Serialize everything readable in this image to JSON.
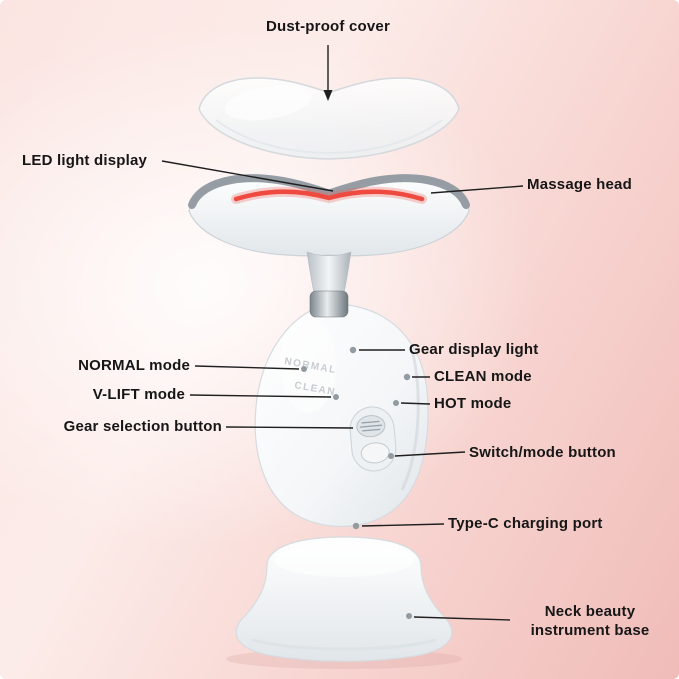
{
  "labels": {
    "dust_proof_cover": "Dust-proof cover",
    "led_light_display": "LED light display",
    "massage_head": "Massage head",
    "gear_display_light": "Gear display light",
    "normal_mode": "NORMAL mode",
    "clean_mode": "CLEAN mode",
    "v_lift_mode": "V-LIFT mode",
    "hot_mode": "HOT mode",
    "gear_selection_button": "Gear selection button",
    "switch_mode_button": "Switch/mode button",
    "type_c_charging_port": "Type-C charging port",
    "neck_beauty_instrument_base": "Neck beauty instrument base"
  },
  "device_markings": {
    "normal": "NORMAL",
    "clean": "CLEAN"
  },
  "colors": {
    "background_light_pink": "#fcece9",
    "background_deep_pink": "#f0bcb8",
    "label_text": "#161616",
    "callout_line": "#1f1f1f",
    "led_strip_red": "#ee4a3f",
    "device_white": "#ffffff",
    "device_shade": "#dfe5e9"
  }
}
